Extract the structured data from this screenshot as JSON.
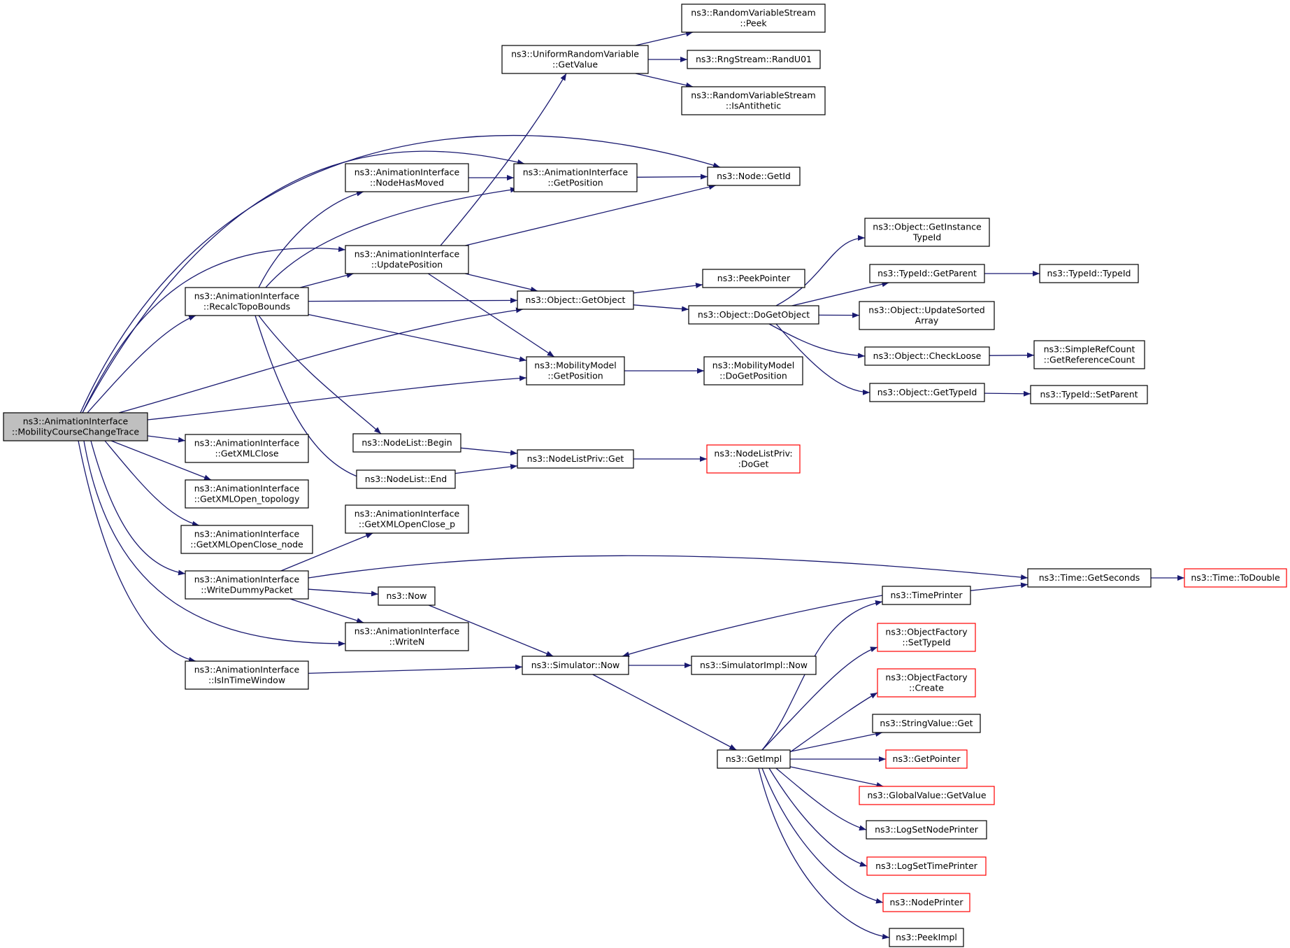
{
  "nodes": [
    {
      "id": "root",
      "lines": [
        "ns3::AnimationInterface",
        "::MobilityCourseChangeTrace"
      ],
      "style": "root"
    },
    {
      "id": "recalc",
      "lines": [
        "ns3::AnimationInterface",
        "::RecalcTopoBounds"
      ],
      "style": "normal"
    },
    {
      "id": "getxmlclose",
      "lines": [
        "ns3::AnimationInterface",
        "::GetXMLClose"
      ],
      "style": "normal"
    },
    {
      "id": "getxmlopen_topology",
      "lines": [
        "ns3::AnimationInterface",
        "::GetXMLOpen_topology"
      ],
      "style": "normal"
    },
    {
      "id": "getxmlopenclose_node",
      "lines": [
        "ns3::AnimationInterface",
        "::GetXMLOpenClose_node"
      ],
      "style": "normal"
    },
    {
      "id": "writedummy",
      "lines": [
        "ns3::AnimationInterface",
        "::WriteDummyPacket"
      ],
      "style": "normal"
    },
    {
      "id": "istimewindow",
      "lines": [
        "ns3::AnimationInterface",
        "::IsInTimeWindow"
      ],
      "style": "normal"
    },
    {
      "id": "nodehasmoved",
      "lines": [
        "ns3::AnimationInterface",
        "::NodeHasMoved"
      ],
      "style": "normal"
    },
    {
      "id": "updatepos",
      "lines": [
        "ns3::AnimationInterface",
        "::UpdatePosition"
      ],
      "style": "normal"
    },
    {
      "id": "nodelistbegin",
      "lines": [
        "ns3::NodeList::Begin"
      ],
      "style": "normal"
    },
    {
      "id": "nodelistend",
      "lines": [
        "ns3::NodeList::End"
      ],
      "style": "normal"
    },
    {
      "id": "getxmlopenclose_p",
      "lines": [
        "ns3::AnimationInterface",
        "::GetXMLOpenClose_p"
      ],
      "style": "normal"
    },
    {
      "id": "now",
      "lines": [
        "ns3::Now"
      ],
      "style": "normal"
    },
    {
      "id": "writen",
      "lines": [
        "ns3::AnimationInterface",
        "::WriteN"
      ],
      "style": "normal"
    },
    {
      "id": "uniformgetvalue",
      "lines": [
        "ns3::UniformRandomVariable",
        "::GetValue"
      ],
      "style": "normal"
    },
    {
      "id": "aigetposition",
      "lines": [
        "ns3::AnimationInterface",
        "::GetPosition"
      ],
      "style": "normal"
    },
    {
      "id": "getobject",
      "lines": [
        "ns3::Object::GetObject"
      ],
      "style": "normal"
    },
    {
      "id": "mobgetposition",
      "lines": [
        "ns3::MobilityModel",
        "::GetPosition"
      ],
      "style": "normal"
    },
    {
      "id": "nodelistprivget",
      "lines": [
        "ns3::NodeListPriv::Get"
      ],
      "style": "normal"
    },
    {
      "id": "simnow",
      "lines": [
        "ns3::Simulator::Now"
      ],
      "style": "normal"
    },
    {
      "id": "peek",
      "lines": [
        "ns3::RandomVariableStream",
        "::Peek"
      ],
      "style": "normal"
    },
    {
      "id": "randu01",
      "lines": [
        "ns3::RngStream::RandU01"
      ],
      "style": "normal"
    },
    {
      "id": "isantithetic",
      "lines": [
        "ns3::RandomVariableStream",
        "::IsAntithetic"
      ],
      "style": "normal"
    },
    {
      "id": "nodegetid",
      "lines": [
        "ns3::Node::GetId"
      ],
      "style": "normal"
    },
    {
      "id": "peekpointer",
      "lines": [
        "ns3::PeekPointer"
      ],
      "style": "normal"
    },
    {
      "id": "dogetobject",
      "lines": [
        "ns3::Object::DoGetObject"
      ],
      "style": "normal"
    },
    {
      "id": "dogetposition",
      "lines": [
        "ns3::MobilityModel",
        "::DoGetPosition"
      ],
      "style": "normal"
    },
    {
      "id": "nodelistprivdoget",
      "lines": [
        "ns3::NodeListPriv:",
        ":DoGet"
      ],
      "style": "red"
    },
    {
      "id": "simimplnow",
      "lines": [
        "ns3::SimulatorImpl::Now"
      ],
      "style": "normal"
    },
    {
      "id": "getimpl",
      "lines": [
        "ns3::GetImpl"
      ],
      "style": "normal"
    },
    {
      "id": "getinstancetypeid",
      "lines": [
        "ns3::Object::GetInstance",
        "TypeId"
      ],
      "style": "normal"
    },
    {
      "id": "typeidgetparent",
      "lines": [
        "ns3::TypeId::GetParent"
      ],
      "style": "normal"
    },
    {
      "id": "updatesorted",
      "lines": [
        "ns3::Object::UpdateSorted",
        "Array"
      ],
      "style": "normal"
    },
    {
      "id": "checkloose",
      "lines": [
        "ns3::Object::CheckLoose"
      ],
      "style": "normal"
    },
    {
      "id": "objgettypeid",
      "lines": [
        "ns3::Object::GetTypeId"
      ],
      "style": "normal"
    },
    {
      "id": "timeprinter",
      "lines": [
        "ns3::TimePrinter"
      ],
      "style": "normal"
    },
    {
      "id": "ofsettypeid",
      "lines": [
        "ns3::ObjectFactory",
        "::SetTypeId"
      ],
      "style": "red"
    },
    {
      "id": "ofcreate",
      "lines": [
        "ns3::ObjectFactory",
        "::Create"
      ],
      "style": "red"
    },
    {
      "id": "stringvalueget",
      "lines": [
        "ns3::StringValue::Get"
      ],
      "style": "normal"
    },
    {
      "id": "getpointer",
      "lines": [
        "ns3::GetPointer"
      ],
      "style": "red"
    },
    {
      "id": "globalvaluegetvalue",
      "lines": [
        "ns3::GlobalValue::GetValue"
      ],
      "style": "red"
    },
    {
      "id": "logsetnodeprinter",
      "lines": [
        "ns3::LogSetNodePrinter"
      ],
      "style": "normal"
    },
    {
      "id": "logsettimeprinter",
      "lines": [
        "ns3::LogSetTimePrinter"
      ],
      "style": "red"
    },
    {
      "id": "nodeprinter",
      "lines": [
        "ns3::NodePrinter"
      ],
      "style": "red"
    },
    {
      "id": "peekimpl",
      "lines": [
        "ns3::PeekImpl"
      ],
      "style": "normal"
    },
    {
      "id": "typeidtypeid",
      "lines": [
        "ns3::TypeId::TypeId"
      ],
      "style": "normal"
    },
    {
      "id": "getreferencecount",
      "lines": [
        "ns3::SimpleRefCount",
        "::GetReferenceCount"
      ],
      "style": "normal"
    },
    {
      "id": "typeidsetparent",
      "lines": [
        "ns3::TypeId::SetParent"
      ],
      "style": "normal"
    },
    {
      "id": "timegetseconds",
      "lines": [
        "ns3::Time::GetSeconds"
      ],
      "style": "normal"
    },
    {
      "id": "timetodouble",
      "lines": [
        "ns3::Time::ToDouble"
      ],
      "style": "red"
    }
  ],
  "edges": [
    [
      "root",
      "recalc"
    ],
    [
      "root",
      "getxmlclose"
    ],
    [
      "root",
      "getxmlopen_topology"
    ],
    [
      "root",
      "getxmlopenclose_node"
    ],
    [
      "root",
      "writedummy"
    ],
    [
      "root",
      "istimewindow"
    ],
    [
      "root",
      "nodegetid"
    ],
    [
      "root",
      "aigetposition"
    ],
    [
      "root",
      "updatepos"
    ],
    [
      "root",
      "getobject"
    ],
    [
      "root",
      "mobgetposition"
    ],
    [
      "root",
      "writen"
    ],
    [
      "recalc",
      "nodehasmoved"
    ],
    [
      "recalc",
      "aigetposition"
    ],
    [
      "recalc",
      "updatepos"
    ],
    [
      "recalc",
      "getobject"
    ],
    [
      "recalc",
      "mobgetposition"
    ],
    [
      "recalc",
      "nodelistbegin"
    ],
    [
      "recalc",
      "nodelistend"
    ],
    [
      "nodehasmoved",
      "aigetposition"
    ],
    [
      "updatepos",
      "uniformgetvalue"
    ],
    [
      "updatepos",
      "nodegetid"
    ],
    [
      "updatepos",
      "getobject"
    ],
    [
      "updatepos",
      "mobgetposition"
    ],
    [
      "uniformgetvalue",
      "peek"
    ],
    [
      "uniformgetvalue",
      "randu01"
    ],
    [
      "uniformgetvalue",
      "isantithetic"
    ],
    [
      "aigetposition",
      "nodegetid"
    ],
    [
      "getobject",
      "peekpointer"
    ],
    [
      "getobject",
      "dogetobject"
    ],
    [
      "dogetobject",
      "getinstancetypeid"
    ],
    [
      "dogetobject",
      "typeidgetparent"
    ],
    [
      "dogetobject",
      "updatesorted"
    ],
    [
      "dogetobject",
      "checkloose"
    ],
    [
      "dogetobject",
      "objgettypeid"
    ],
    [
      "typeidgetparent",
      "typeidtypeid"
    ],
    [
      "checkloose",
      "getreferencecount"
    ],
    [
      "objgettypeid",
      "typeidsetparent"
    ],
    [
      "mobgetposition",
      "dogetposition"
    ],
    [
      "nodelistbegin",
      "nodelistprivget"
    ],
    [
      "nodelistend",
      "nodelistprivget"
    ],
    [
      "nodelistprivget",
      "nodelistprivdoget"
    ],
    [
      "writedummy",
      "getxmlopenclose_p"
    ],
    [
      "writedummy",
      "now"
    ],
    [
      "writedummy",
      "writen"
    ],
    [
      "writedummy",
      "timegetseconds"
    ],
    [
      "now",
      "simnow"
    ],
    [
      "istimewindow",
      "simnow"
    ],
    [
      "simnow",
      "simimplnow"
    ],
    [
      "simnow",
      "getimpl"
    ],
    [
      "timeprinter",
      "simnow"
    ],
    [
      "timeprinter",
      "timegetseconds"
    ],
    [
      "timegetseconds",
      "timetodouble"
    ],
    [
      "getimpl",
      "timeprinter"
    ],
    [
      "getimpl",
      "ofsettypeid"
    ],
    [
      "getimpl",
      "ofcreate"
    ],
    [
      "getimpl",
      "stringvalueget"
    ],
    [
      "getimpl",
      "getpointer"
    ],
    [
      "getimpl",
      "globalvaluegetvalue"
    ],
    [
      "getimpl",
      "logsetnodeprinter"
    ],
    [
      "getimpl",
      "logsettimeprinter"
    ],
    [
      "getimpl",
      "nodeprinter"
    ],
    [
      "getimpl",
      "peekimpl"
    ]
  ],
  "colors": {
    "edge": "#191970",
    "node_border": "#000000",
    "node_border_highlight": "#ff0000",
    "root_fill": "#bfbfbf"
  }
}
